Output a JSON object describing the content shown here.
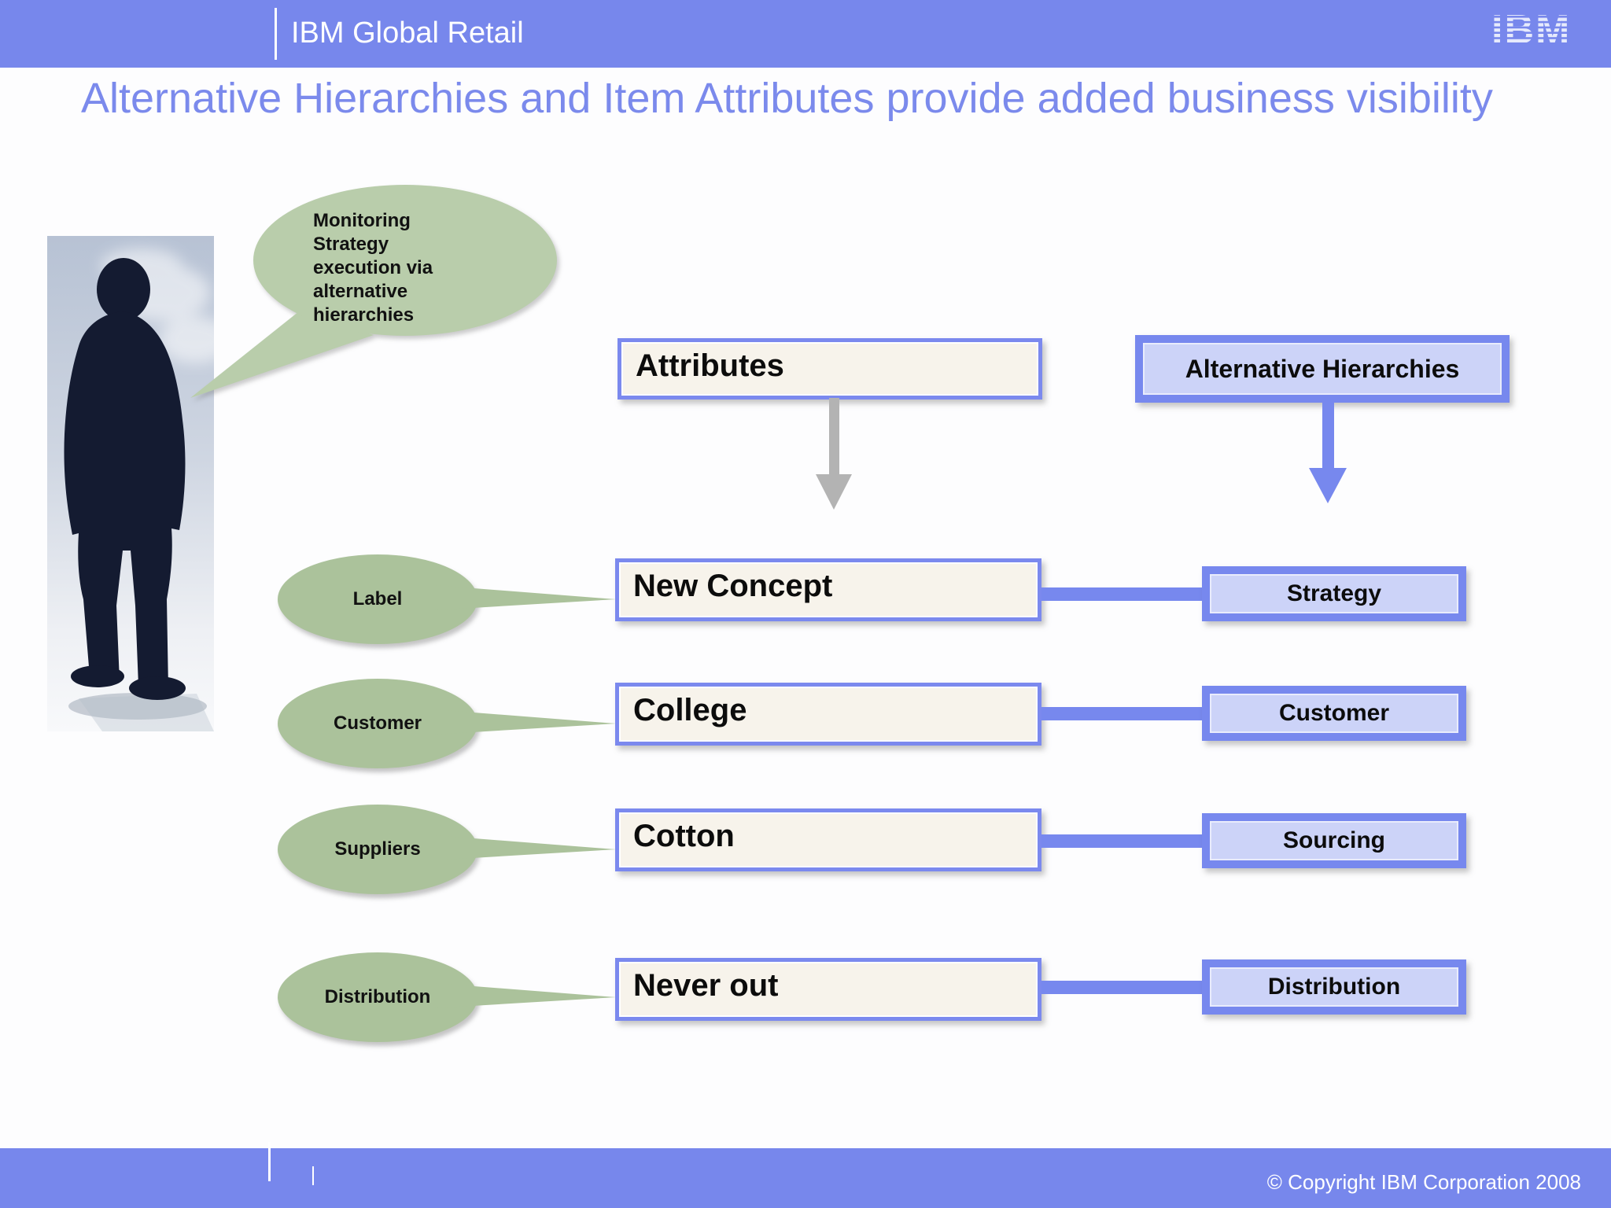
{
  "header": {
    "brand": "IBM Global Retail",
    "logo_text": "IBM"
  },
  "title": "Alternative Hierarchies and Item Attributes provide added business visibility",
  "callout": {
    "text": "Monitoring Strategy execution via alternative hierarchies"
  },
  "diagram": {
    "attributes_header": "Attributes",
    "hierarchies_header": "Alternative Hierarchies",
    "rows": [
      {
        "tag": "Label",
        "attribute": "New Concept",
        "hierarchy": "Strategy"
      },
      {
        "tag": "Customer",
        "attribute": "College",
        "hierarchy": "Customer"
      },
      {
        "tag": "Suppliers",
        "attribute": "Cotton",
        "hierarchy": "Sourcing"
      },
      {
        "tag": "Distribution",
        "attribute": "Never out",
        "hierarchy": "Distribution"
      }
    ]
  },
  "footer": {
    "copyright": "© Copyright IBM Corporation 2008"
  },
  "colors": {
    "accent_bar": "#7787ec",
    "box_border": "#7788ee",
    "lavender_fill": "#ccd3f8",
    "cream_fill": "#f7f3eb",
    "bubble_green": "#b9cdab",
    "oval_green": "#abc29b",
    "title_text": "#7b8aec",
    "arrow_gray": "#b3b3b3",
    "silhouette_navy": "#141b31"
  },
  "icons": {
    "logo": "ibm-8bar-logo",
    "person": "businessman-silhouette",
    "callout": "speech-bubble",
    "attributes_arrow": "down-arrow-gray",
    "hierarchies_arrow": "down-arrow-blue"
  }
}
